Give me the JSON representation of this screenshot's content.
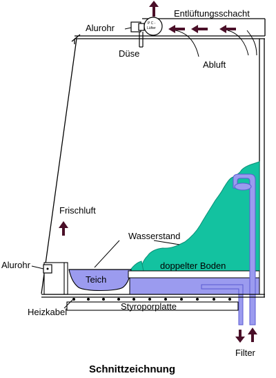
{
  "labels": {
    "alurohr_top": "Alurohr",
    "entlueftung": "Entlüftungsschacht",
    "duese": "Düse",
    "abluft": "Abluft",
    "frischluft": "Frischluft",
    "wasserstand": "Wasserstand",
    "alurohr_left": "Alurohr",
    "doppelter_boden": "doppelter Boden",
    "teich": "Teich",
    "heizkabel": "Heizkabel",
    "styroporplatte": "Styroporplatte",
    "filter": "Filter",
    "pc_luefter_1": "P C -",
    "pc_luefter_2": "Lüfter"
  },
  "title": "Schnittzeichnung",
  "colors": {
    "water": "#13c2a0",
    "water_dark": "#0a8f76",
    "pipe": "#9b9bef",
    "pipe_dark": "#5a5ad0",
    "arrow": "#4a0f28",
    "line": "#000000"
  }
}
